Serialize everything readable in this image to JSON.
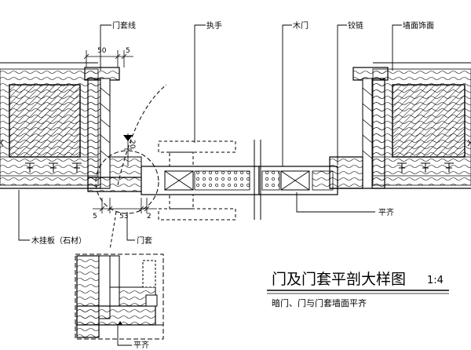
{
  "labels": {
    "door_casing_line": "门套线",
    "handle": "执手",
    "wood_door": "木门",
    "hinge": "铰链",
    "wall_finish": "墙面饰面",
    "flush_right": "平齐",
    "wood_panel": "木挂板（石材）",
    "door_casing": "门套",
    "flush_detail": "平齐"
  },
  "dimensions": {
    "d50": "50",
    "d5_top": "5",
    "d20": "20",
    "d5_left": "5",
    "d53": "53",
    "d2": "2"
  },
  "title": {
    "main": "门及门套平剖大样图",
    "scale": "1:4",
    "subtitle": "暗门、门与门套墙面平齐"
  }
}
